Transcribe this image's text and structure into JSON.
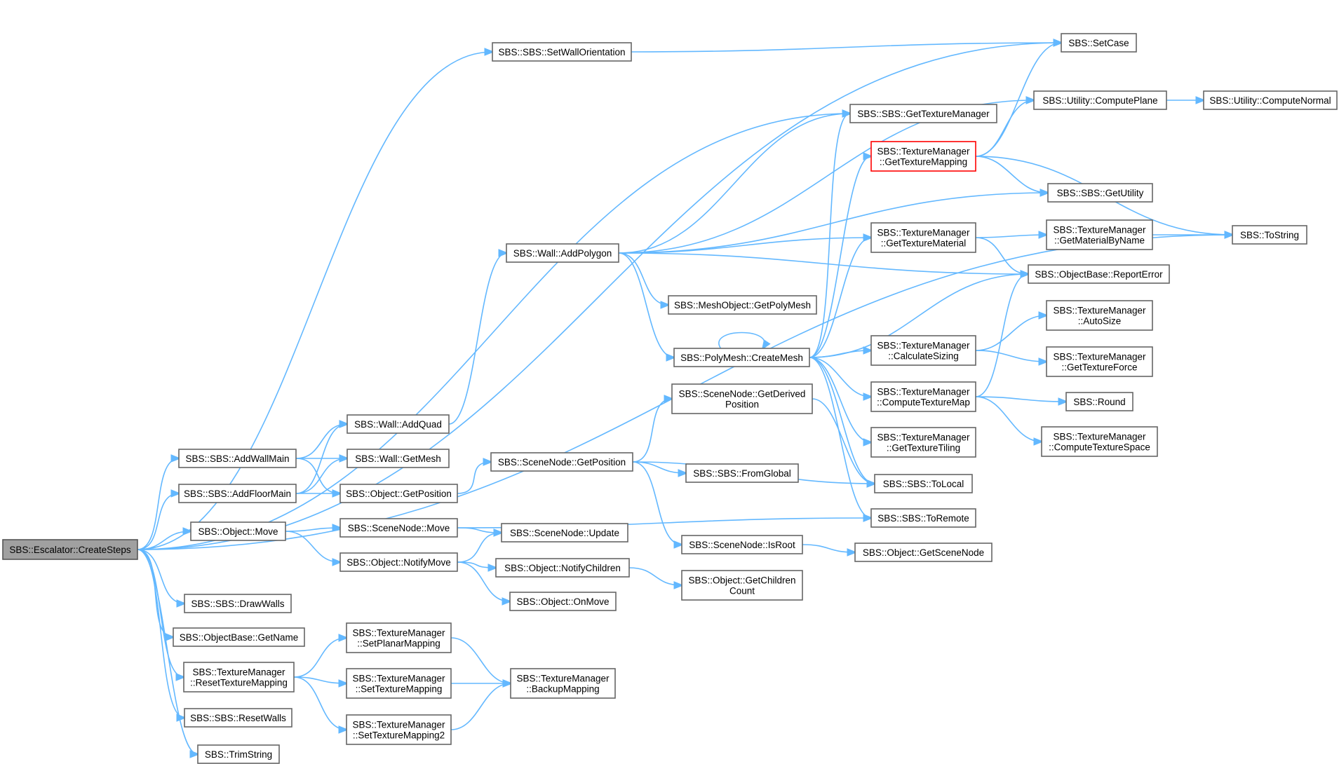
{
  "nodes": [
    {
      "id": "create_steps",
      "lines": [
        "SBS::Escalator::CreateSteps"
      ],
      "style": "root"
    },
    {
      "id": "add_wall_main",
      "lines": [
        "SBS::SBS::AddWallMain"
      ]
    },
    {
      "id": "add_floor_main",
      "lines": [
        "SBS::SBS::AddFloorMain"
      ]
    },
    {
      "id": "object_move",
      "lines": [
        "SBS::Object::Move"
      ]
    },
    {
      "id": "draw_walls",
      "lines": [
        "SBS::SBS::DrawWalls"
      ]
    },
    {
      "id": "objectbase_getname",
      "lines": [
        "SBS::ObjectBase::GetName"
      ]
    },
    {
      "id": "reset_texture_mapping",
      "lines": [
        "SBS::TextureManager",
        "::ResetTextureMapping"
      ]
    },
    {
      "id": "reset_walls",
      "lines": [
        "SBS::SBS::ResetWalls"
      ]
    },
    {
      "id": "trim_string",
      "lines": [
        "SBS::TrimString"
      ]
    },
    {
      "id": "set_wall_orientation",
      "lines": [
        "SBS::SBS::SetWallOrientation"
      ]
    },
    {
      "id": "set_case",
      "lines": [
        "SBS::SetCase"
      ]
    },
    {
      "id": "get_texture_manager",
      "lines": [
        "SBS::SBS::GetTextureManager"
      ]
    },
    {
      "id": "to_string",
      "lines": [
        "SBS::ToString"
      ]
    },
    {
      "id": "wall_add_quad",
      "lines": [
        "SBS::Wall::AddQuad"
      ]
    },
    {
      "id": "wall_get_mesh",
      "lines": [
        "SBS::Wall::GetMesh"
      ]
    },
    {
      "id": "object_get_position",
      "lines": [
        "SBS::Object::GetPosition"
      ]
    },
    {
      "id": "wall_add_polygon",
      "lines": [
        "SBS::Wall::AddPolygon"
      ]
    },
    {
      "id": "scenenode_get_position",
      "lines": [
        "SBS::SceneNode::GetPosition"
      ]
    },
    {
      "id": "scenenode_move",
      "lines": [
        "SBS::SceneNode::Move"
      ]
    },
    {
      "id": "object_notify_move",
      "lines": [
        "SBS::Object::NotifyMove"
      ]
    },
    {
      "id": "scenenode_update",
      "lines": [
        "SBS::SceneNode::Update"
      ]
    },
    {
      "id": "object_notify_children",
      "lines": [
        "SBS::Object::NotifyChildren"
      ]
    },
    {
      "id": "object_on_move",
      "lines": [
        "SBS::Object::OnMove"
      ]
    },
    {
      "id": "set_planar_mapping",
      "lines": [
        "SBS::TextureManager",
        "::SetPlanarMapping"
      ]
    },
    {
      "id": "set_texture_mapping",
      "lines": [
        "SBS::TextureManager",
        "::SetTextureMapping"
      ]
    },
    {
      "id": "set_texture_mapping2",
      "lines": [
        "SBS::TextureManager",
        "::SetTextureMapping2"
      ]
    },
    {
      "id": "backup_mapping",
      "lines": [
        "SBS::TextureManager",
        "::BackupMapping"
      ]
    },
    {
      "id": "meshobject_get_polymesh",
      "lines": [
        "SBS::MeshObject::GetPolyMesh"
      ]
    },
    {
      "id": "polymesh_create_mesh",
      "lines": [
        "SBS::PolyMesh::CreateMesh"
      ]
    },
    {
      "id": "scenenode_get_derived_position",
      "lines": [
        "SBS::SceneNode::GetDerived",
        "Position"
      ]
    },
    {
      "id": "sbs_from_global",
      "lines": [
        "SBS::SBS::FromGlobal"
      ]
    },
    {
      "id": "scenenode_is_root",
      "lines": [
        "SBS::SceneNode::IsRoot"
      ]
    },
    {
      "id": "object_get_children_count",
      "lines": [
        "SBS::Object::GetChildren",
        "Count"
      ]
    },
    {
      "id": "get_texture_mapping",
      "lines": [
        "SBS::TextureManager",
        "::GetTextureMapping"
      ],
      "style": "highlight"
    },
    {
      "id": "get_texture_material",
      "lines": [
        "SBS::TextureManager",
        "::GetTextureMaterial"
      ]
    },
    {
      "id": "calculate_sizing",
      "lines": [
        "SBS::TextureManager",
        "::CalculateSizing"
      ]
    },
    {
      "id": "compute_texture_map",
      "lines": [
        "SBS::TextureManager",
        "::ComputeTextureMap"
      ]
    },
    {
      "id": "get_texture_tiling",
      "lines": [
        "SBS::TextureManager",
        "::GetTextureTiling"
      ]
    },
    {
      "id": "sbs_to_local",
      "lines": [
        "SBS::SBS::ToLocal"
      ]
    },
    {
      "id": "sbs_to_remote",
      "lines": [
        "SBS::SBS::ToRemote"
      ]
    },
    {
      "id": "object_get_scene_node",
      "lines": [
        "SBS::Object::GetSceneNode"
      ]
    },
    {
      "id": "utility_compute_plane",
      "lines": [
        "SBS::Utility::ComputePlane"
      ]
    },
    {
      "id": "utility_compute_normal",
      "lines": [
        "SBS::Utility::ComputeNormal"
      ]
    },
    {
      "id": "sbs_get_utility",
      "lines": [
        "SBS::SBS::GetUtility"
      ]
    },
    {
      "id": "get_material_by_name",
      "lines": [
        "SBS::TextureManager",
        "::GetMaterialByName"
      ]
    },
    {
      "id": "report_error",
      "lines": [
        "SBS::ObjectBase::ReportError"
      ]
    },
    {
      "id": "auto_size",
      "lines": [
        "SBS::TextureManager",
        "::AutoSize"
      ]
    },
    {
      "id": "get_texture_force",
      "lines": [
        "SBS::TextureManager",
        "::GetTextureForce"
      ]
    },
    {
      "id": "sbs_round",
      "lines": [
        "SBS::Round"
      ]
    },
    {
      "id": "compute_texture_space",
      "lines": [
        "SBS::TextureManager",
        "::ComputeTextureSpace"
      ]
    }
  ],
  "edges": [
    [
      "create_steps",
      "set_case"
    ],
    [
      "create_steps",
      "set_wall_orientation"
    ],
    [
      "create_steps",
      "get_texture_manager"
    ],
    [
      "create_steps",
      "add_wall_main"
    ],
    [
      "create_steps",
      "add_floor_main"
    ],
    [
      "create_steps",
      "object_move"
    ],
    [
      "create_steps",
      "to_string"
    ],
    [
      "create_steps",
      "draw_walls"
    ],
    [
      "create_steps",
      "objectbase_getname"
    ],
    [
      "create_steps",
      "reset_texture_mapping"
    ],
    [
      "create_steps",
      "reset_walls"
    ],
    [
      "create_steps",
      "trim_string"
    ],
    [
      "set_wall_orientation",
      "set_case"
    ],
    [
      "add_wall_main",
      "wall_add_quad"
    ],
    [
      "add_wall_main",
      "wall_get_mesh"
    ],
    [
      "add_wall_main",
      "object_get_position"
    ],
    [
      "add_floor_main",
      "wall_add_quad"
    ],
    [
      "add_floor_main",
      "wall_get_mesh"
    ],
    [
      "add_floor_main",
      "object_get_position"
    ],
    [
      "wall_add_quad",
      "wall_add_polygon"
    ],
    [
      "object_get_position",
      "scenenode_get_position"
    ],
    [
      "object_move",
      "scenenode_move"
    ],
    [
      "object_move",
      "object_notify_move"
    ],
    [
      "scenenode_move",
      "scenenode_update"
    ],
    [
      "scenenode_move",
      "sbs_to_remote"
    ],
    [
      "object_notify_move",
      "scenenode_update"
    ],
    [
      "object_notify_move",
      "object_notify_children"
    ],
    [
      "object_notify_move",
      "object_on_move"
    ],
    [
      "object_notify_children",
      "object_get_children_count"
    ],
    [
      "reset_texture_mapping",
      "set_planar_mapping"
    ],
    [
      "reset_texture_mapping",
      "set_texture_mapping"
    ],
    [
      "reset_texture_mapping",
      "set_texture_mapping2"
    ],
    [
      "set_planar_mapping",
      "backup_mapping"
    ],
    [
      "set_texture_mapping",
      "backup_mapping"
    ],
    [
      "set_texture_mapping2",
      "backup_mapping"
    ],
    [
      "wall_add_polygon",
      "utility_compute_plane"
    ],
    [
      "wall_add_polygon",
      "get_texture_manager"
    ],
    [
      "wall_add_polygon",
      "sbs_get_utility"
    ],
    [
      "wall_add_polygon",
      "get_texture_material"
    ],
    [
      "wall_add_polygon",
      "report_error"
    ],
    [
      "wall_add_polygon",
      "meshobject_get_polymesh"
    ],
    [
      "wall_add_polygon",
      "polymesh_create_mesh"
    ],
    [
      "scenenode_get_position",
      "scenenode_get_derived_position"
    ],
    [
      "scenenode_get_position",
      "sbs_from_global"
    ],
    [
      "scenenode_get_position",
      "sbs_to_local"
    ],
    [
      "scenenode_get_position",
      "scenenode_is_root"
    ],
    [
      "scenenode_get_derived_position",
      "sbs_to_local"
    ],
    [
      "scenenode_is_root",
      "object_get_scene_node"
    ],
    [
      "polymesh_create_mesh",
      "polymesh_create_mesh"
    ],
    [
      "polymesh_create_mesh",
      "get_texture_manager"
    ],
    [
      "polymesh_create_mesh",
      "get_texture_mapping"
    ],
    [
      "polymesh_create_mesh",
      "get_texture_material"
    ],
    [
      "polymesh_create_mesh",
      "report_error"
    ],
    [
      "polymesh_create_mesh",
      "calculate_sizing"
    ],
    [
      "polymesh_create_mesh",
      "compute_texture_map"
    ],
    [
      "polymesh_create_mesh",
      "get_texture_tiling"
    ],
    [
      "polymesh_create_mesh",
      "sbs_to_local"
    ],
    [
      "polymesh_create_mesh",
      "sbs_to_remote"
    ],
    [
      "get_texture_mapping",
      "set_case"
    ],
    [
      "get_texture_mapping",
      "utility_compute_plane"
    ],
    [
      "get_texture_mapping",
      "sbs_get_utility"
    ],
    [
      "get_texture_mapping",
      "to_string"
    ],
    [
      "utility_compute_plane",
      "utility_compute_normal"
    ],
    [
      "get_texture_material",
      "get_material_by_name"
    ],
    [
      "get_texture_material",
      "report_error"
    ],
    [
      "get_material_by_name",
      "to_string"
    ],
    [
      "calculate_sizing",
      "auto_size"
    ],
    [
      "calculate_sizing",
      "get_texture_force"
    ],
    [
      "compute_texture_map",
      "report_error"
    ],
    [
      "compute_texture_map",
      "sbs_round"
    ],
    [
      "compute_texture_map",
      "compute_texture_space"
    ]
  ],
  "colors": {
    "edge": "#63b8ff",
    "node_border": "#666666",
    "root_fill": "#a0a0a0",
    "highlight_border": "#ff0000"
  }
}
